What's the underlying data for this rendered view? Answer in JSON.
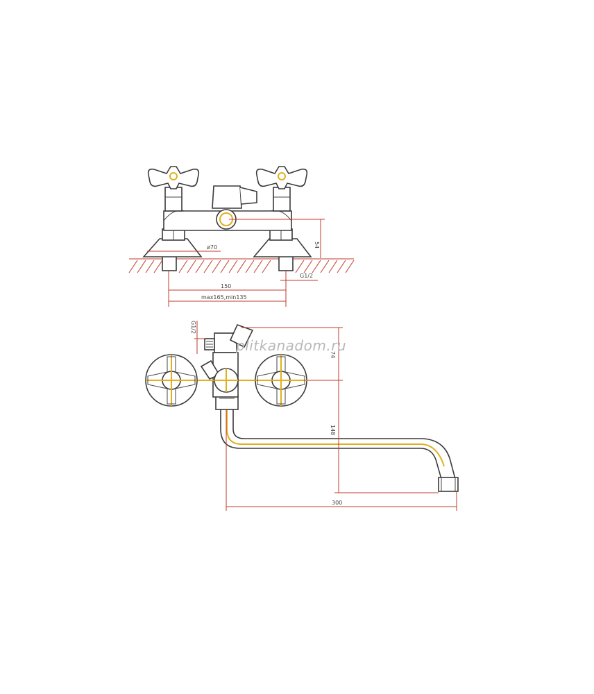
{
  "watermark": "plitkanadom.ru",
  "front_view": {
    "dim_flange_diameter": "ø70",
    "dim_height": "54",
    "dim_thread": "G1/2",
    "dim_center_distance": "150",
    "dim_range": "max165,min135"
  },
  "top_view": {
    "dim_thread": "G1/2",
    "dim_top_offset": "74",
    "dim_spout_drop": "148",
    "dim_spout_length": "300"
  },
  "colors": {
    "line": "#3a3a3a",
    "dimension": "#c0392b",
    "accent": "#e0b020",
    "watermark": "#b8b8b8"
  }
}
